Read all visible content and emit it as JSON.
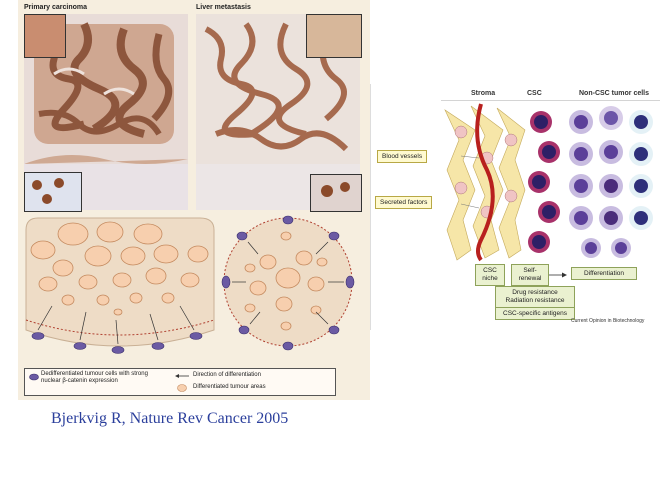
{
  "left_figure": {
    "label_primary": "Primary carcinoma",
    "label_metastasis": "Liver metastasis",
    "legend": {
      "dediff": "Dedifferentiated tumour cells with strong nuclear β-catenin expression",
      "direction": "Direction of differentiation",
      "diff_areas": "Differentiated tumour areas"
    }
  },
  "right_figure": {
    "header_stroma": "Stroma",
    "header_csc": "CSC",
    "header_non_csc": "Non-CSC tumor cells",
    "callout_blood": "Blood vessels",
    "callout_secreted": "Secreted factors",
    "csc_niche": "CSC niche",
    "self_renewal": "Self-renewal",
    "differentiation": "Differentiation",
    "drug_resistance": "Drug resistance",
    "radiation_resistance": "Radiation resistance",
    "antigens": "CSC-specific antigens",
    "journal": "Current Opinion in Biotechnology"
  },
  "caption": "Bjerkvig R, Nature Rev Cancer 2005",
  "colors": {
    "caption": "#2b3f9c",
    "tumour_cell": "#f5c8a6",
    "csc_purple": "#4a2c7a",
    "vessel_red": "#b8201e"
  }
}
